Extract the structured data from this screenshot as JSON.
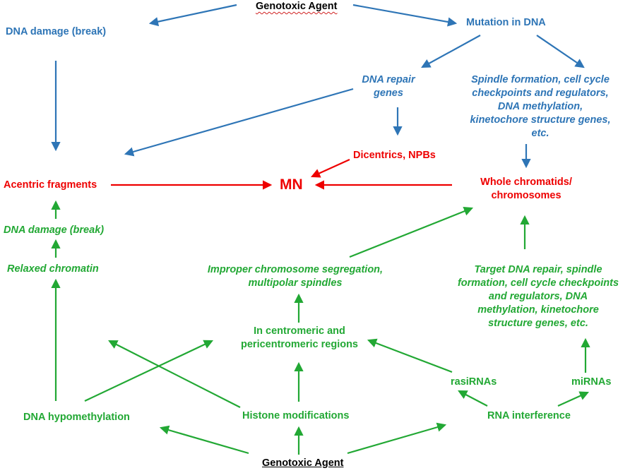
{
  "diagram": {
    "colors": {
      "upper_pathway": "#2E75B6",
      "endpoint": "#EE0000",
      "lower_pathway": "#22A834",
      "agent": "#000000"
    },
    "nodes": {
      "agent_top": "Genotoxic Agent",
      "dna_damage_break_top": "DNA damage (break)",
      "mutation_dna": "Mutation in DNA",
      "dna_repair_genes": [
        "DNA repair",
        "genes"
      ],
      "spindle_genes": [
        "Spindle formation, cell cycle",
        "checkpoints and regulators,",
        "DNA methylation,",
        "kinetochore structure genes,",
        "etc."
      ],
      "dicentrics": "Dicentrics, NPBs",
      "acentric": "Acentric fragments",
      "mn": "MN",
      "whole_chromatids": [
        "Whole chromatids/",
        "chromosomes"
      ],
      "dna_damage_break_low": "DNA damage (break)",
      "relaxed_chromatin": "Relaxed chromatin",
      "improper_segregation": [
        "Improper chromosome segregation,",
        "multipolar spindles"
      ],
      "target_dna_repair": [
        "Target DNA repair, spindle",
        "formation, cell cycle checkpoints",
        "and regulators, DNA",
        "methylation, kinetochore",
        "structure genes, etc."
      ],
      "centromeric": [
        "In centromeric and",
        "pericentromeric regions"
      ],
      "rasirnas": "rasiRNAs",
      "mirnas": "miRNAs",
      "dna_hypomethylation": "DNA hypomethylation",
      "histone_mod": "Histone modifications",
      "rna_interference": "RNA interference",
      "agent_bottom": "Genotoxic Agent"
    },
    "edges": [
      [
        "agent_top",
        "dna_damage_break_top"
      ],
      [
        "agent_top",
        "mutation_dna"
      ],
      [
        "mutation_dna",
        "dna_repair_genes"
      ],
      [
        "mutation_dna",
        "spindle_genes"
      ],
      [
        "dna_damage_break_top",
        "acentric"
      ],
      [
        "dna_repair_genes",
        "acentric"
      ],
      [
        "dna_repair_genes",
        "dicentrics"
      ],
      [
        "spindle_genes",
        "whole_chromatids"
      ],
      [
        "dicentrics",
        "mn"
      ],
      [
        "acentric",
        "mn"
      ],
      [
        "whole_chromatids",
        "mn"
      ],
      [
        "dna_damage_break_low",
        "acentric"
      ],
      [
        "relaxed_chromatin",
        "dna_damage_break_low"
      ],
      [
        "dna_hypomethylation",
        "relaxed_chromatin"
      ],
      [
        "dna_hypomethylation",
        "centromeric"
      ],
      [
        "histone_mod",
        "relaxed_chromatin"
      ],
      [
        "histone_mod",
        "centromeric"
      ],
      [
        "centromeric",
        "improper_segregation"
      ],
      [
        "improper_segregation",
        "whole_chromatids"
      ],
      [
        "target_dna_repair",
        "whole_chromatids"
      ],
      [
        "rasirnas",
        "centromeric"
      ],
      [
        "rna_interference",
        "rasirnas"
      ],
      [
        "rna_interference",
        "mirnas"
      ],
      [
        "mirnas",
        "target_dna_repair"
      ],
      [
        "agent_bottom",
        "dna_hypomethylation"
      ],
      [
        "agent_bottom",
        "histone_mod"
      ],
      [
        "agent_bottom",
        "rna_interference"
      ]
    ]
  }
}
